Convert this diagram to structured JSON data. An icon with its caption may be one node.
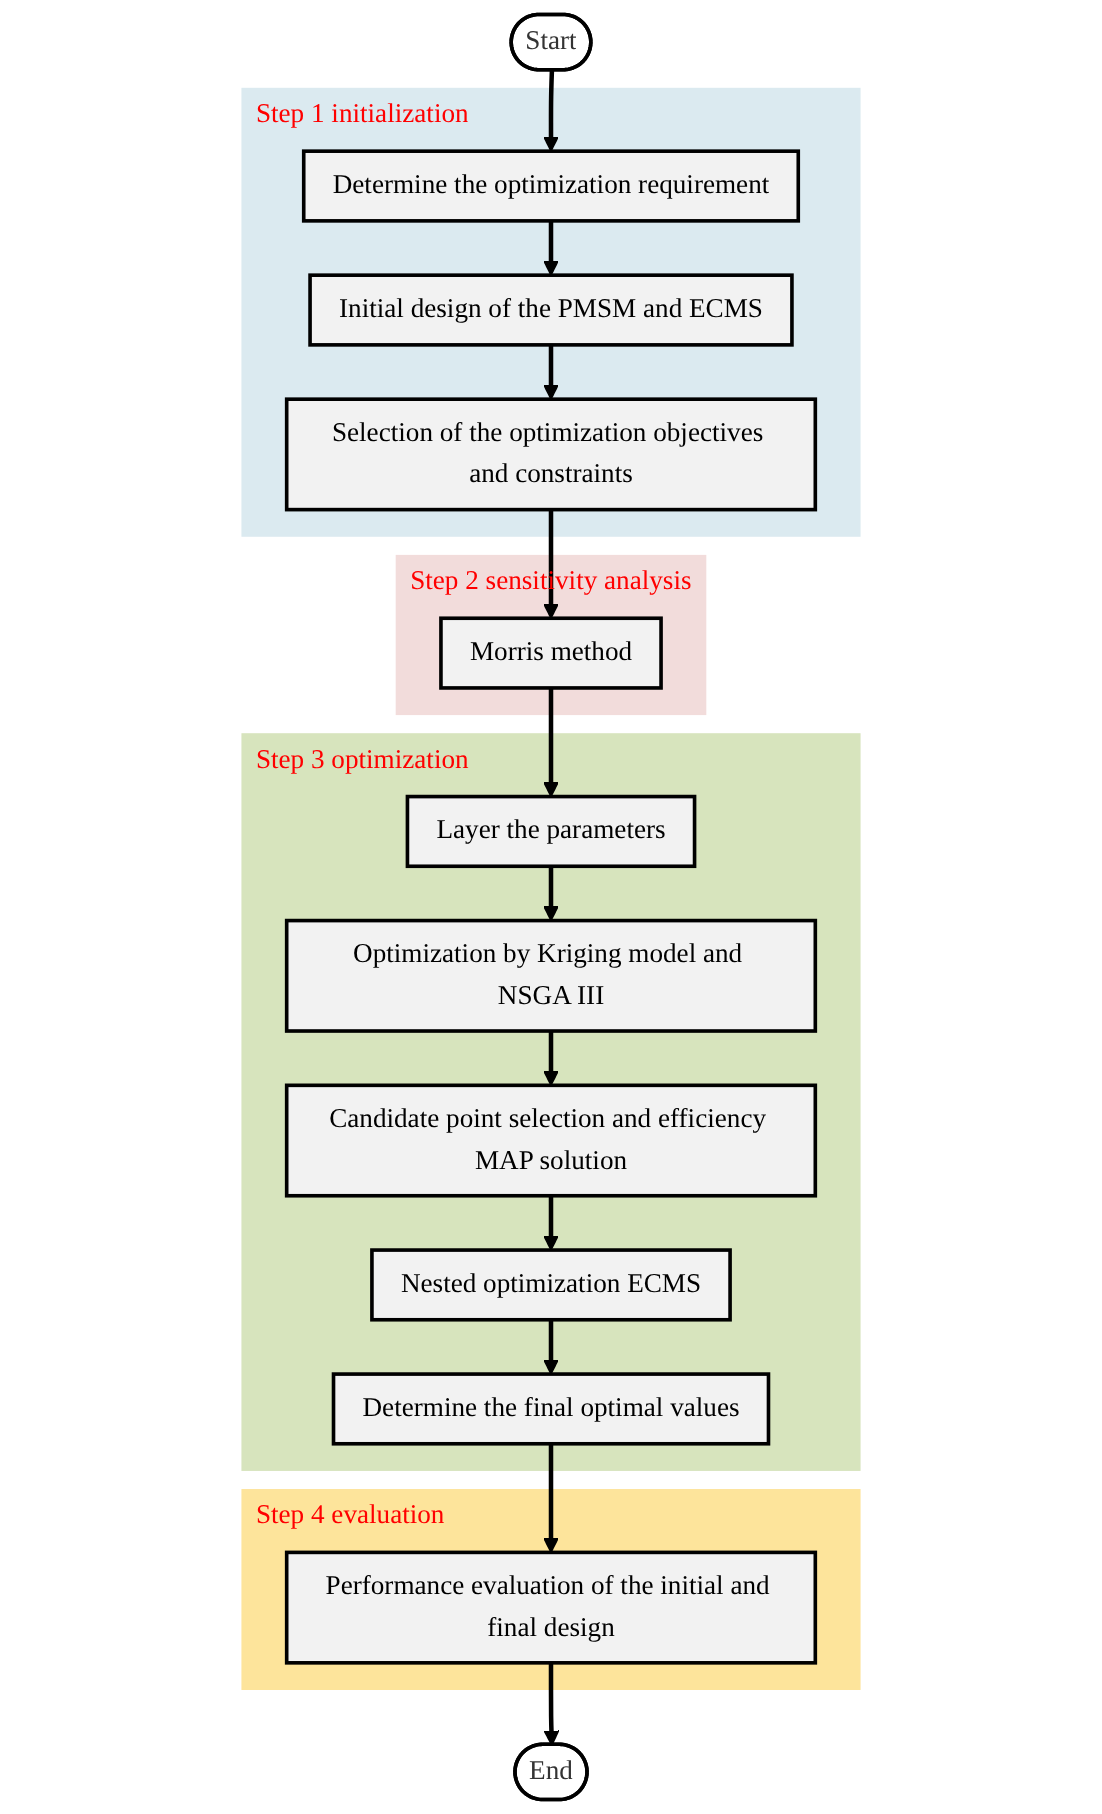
{
  "diagram": {
    "nodes": [
      {
        "text": [
          "Start"
        ]
      },
      {
        "text": [
          "Step 1 initialization"
        ]
      },
      {
        "text": [
          "Determine the optimization requirement"
        ],
        "in": 1
      },
      {
        "text": [
          "Initial design of the PMSM and ECMS"
        ],
        "in": 1
      },
      {
        "text": [
          "Selection of the optimization objectives and constraints"
        ],
        "in": 1
      },
      {
        "text": [
          "Step 2 sensitivity analysis"
        ]
      },
      {
        "text": [
          "Morris method"
        ],
        "in": 5
      },
      {
        "text": [
          "Step 3 optimization"
        ]
      },
      {
        "text": [
          "Layer the parameters"
        ],
        "in": 7
      },
      {
        "text": [
          "Optimization by Kriging model and NSGA III"
        ],
        "in": 7
      },
      {
        "text": [
          "Candidate point selection and efficiency MAP solution"
        ],
        "in": 7
      },
      {
        "text": [
          "Nested optimization ECMS"
        ],
        "in": 7
      },
      {
        "text": [
          "Determine the final optimal values"
        ],
        "in": 7
      },
      {
        "text": [
          "Step 4 evaluation"
        ]
      },
      {
        "text": [
          "Performance evaluation of the initial and final design"
        ],
        "in": 13
      },
      {
        "text": [
          "End"
        ]
      }
    ],
    "edges": [
      {
        "from": 0,
        "to": 2,
        "arrow": "to"
      },
      {
        "from": 2,
        "to": 3,
        "arrow": "to"
      },
      {
        "from": 3,
        "to": 4,
        "arrow": "to"
      },
      {
        "from": 4,
        "to": 6,
        "arrow": "to"
      },
      {
        "from": 6,
        "to": 8,
        "arrow": "to"
      },
      {
        "from": 8,
        "to": 9,
        "arrow": "to"
      },
      {
        "from": 9,
        "to": 10,
        "arrow": "to"
      },
      {
        "from": 10,
        "to": 11,
        "arrow": "to"
      },
      {
        "from": 11,
        "to": 12,
        "arrow": "to"
      },
      {
        "from": 12,
        "to": 14,
        "arrow": "to"
      },
      {
        "from": 14,
        "to": 15,
        "arrow": "to"
      }
    ]
  }
}
